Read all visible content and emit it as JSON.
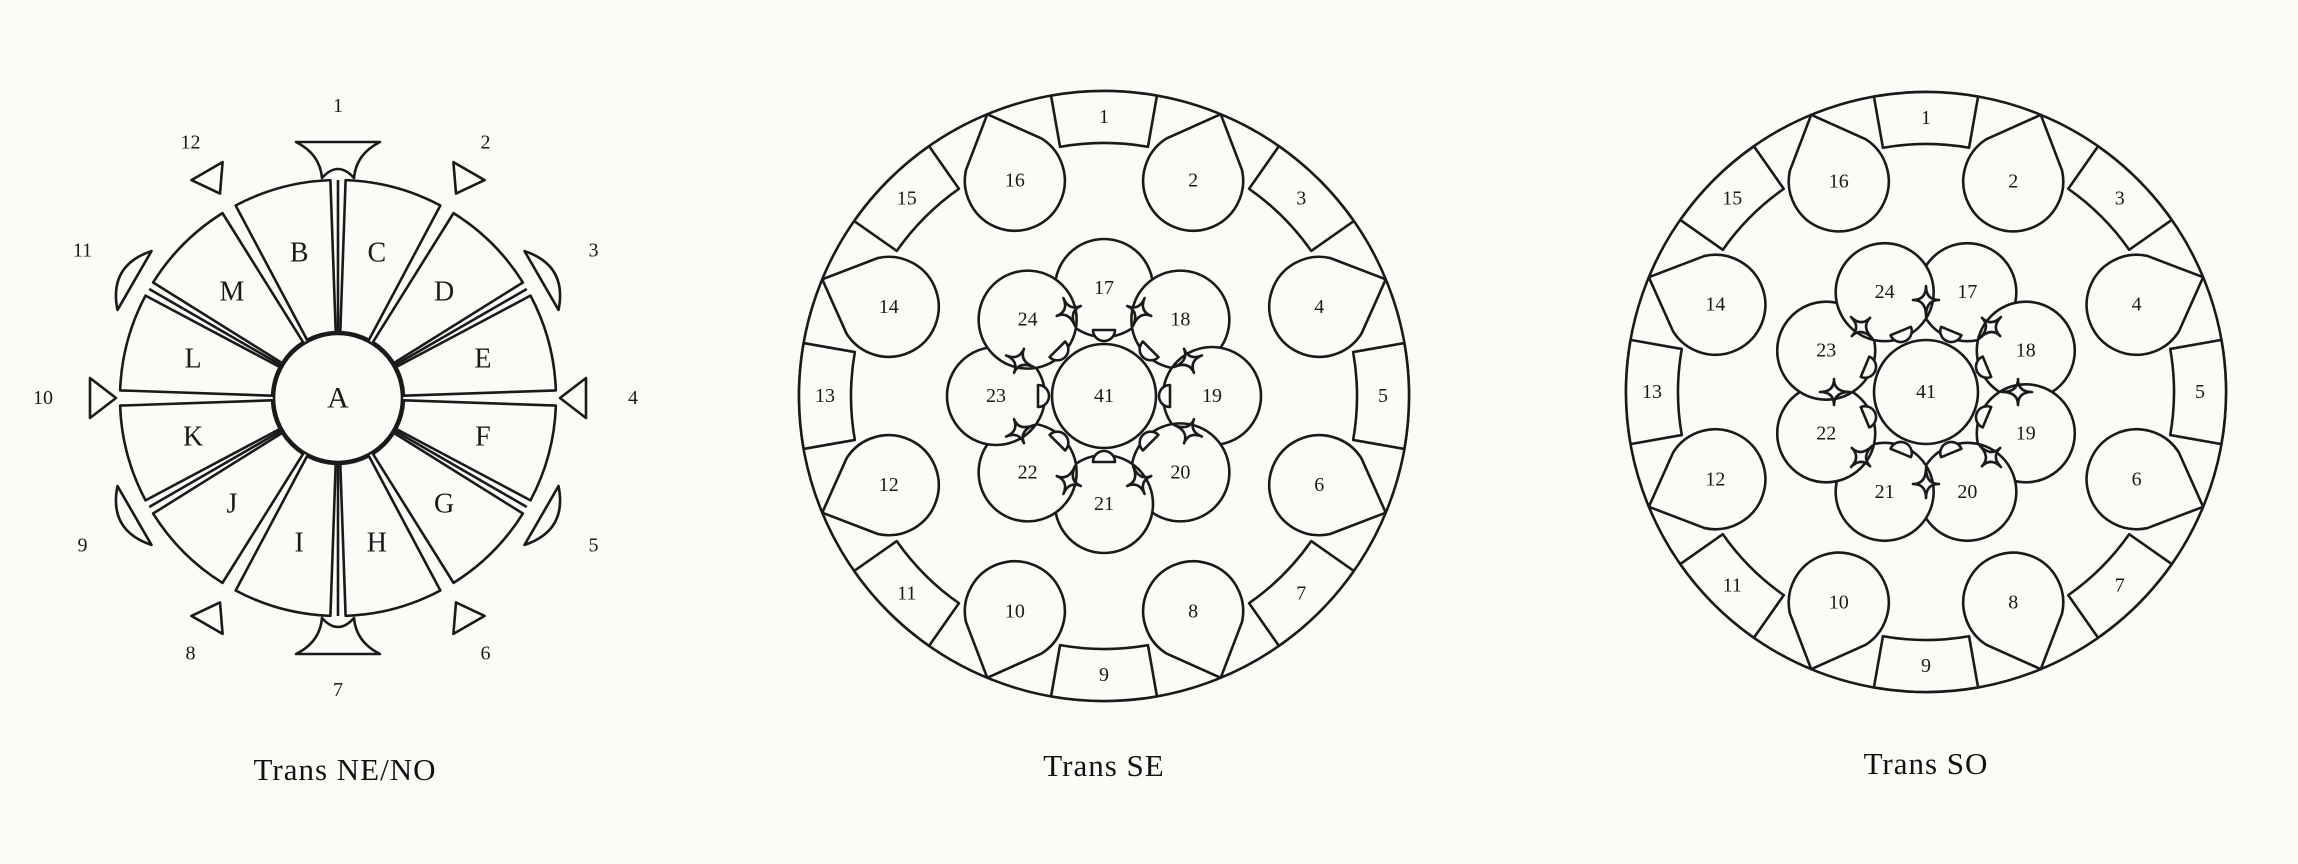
{
  "diagrams": [
    {
      "caption": "Trans NE/NO",
      "outer_labels": [
        "1",
        "2",
        "3",
        "4",
        "5",
        "6",
        "7",
        "8",
        "9",
        "10",
        "11",
        "12"
      ],
      "center_label": "A",
      "petal_labels": [
        "B",
        "C",
        "D",
        "E",
        "F",
        "G",
        "H",
        "I",
        "J",
        "K",
        "L",
        "M"
      ]
    },
    {
      "caption": "Trans SE",
      "outer_labels": [
        "1",
        "2",
        "3",
        "4",
        "5",
        "6",
        "7",
        "8",
        "9",
        "10",
        "11",
        "12",
        "13",
        "14",
        "15",
        "16"
      ],
      "inner_labels": [
        "17",
        "18",
        "19",
        "20",
        "21",
        "22",
        "23",
        "24"
      ],
      "center_label": "41"
    },
    {
      "caption": "Trans SO",
      "outer_labels": [
        "1",
        "2",
        "3",
        "4",
        "5",
        "6",
        "7",
        "8",
        "9",
        "10",
        "11",
        "12",
        "13",
        "14",
        "15",
        "16"
      ],
      "inner_labels": [
        "17",
        "18",
        "19",
        "20",
        "21",
        "22",
        "23",
        "24"
      ],
      "center_label": "41"
    }
  ]
}
